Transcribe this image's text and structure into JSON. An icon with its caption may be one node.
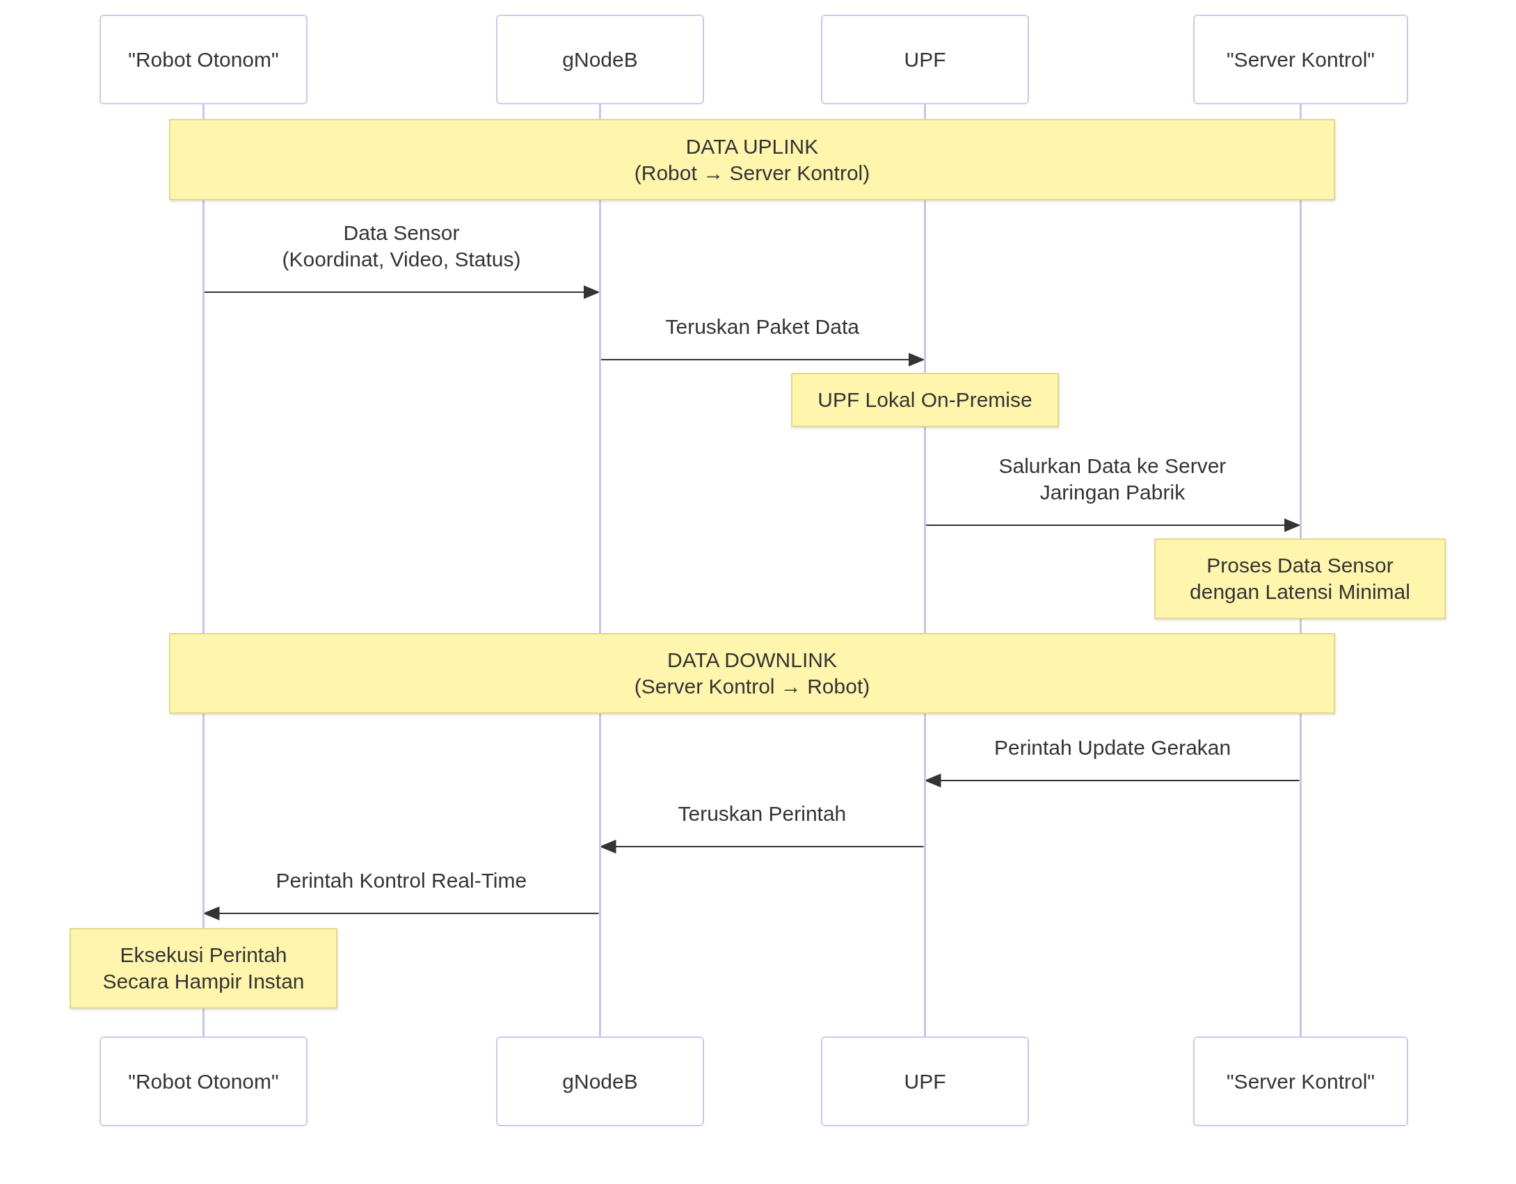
{
  "diagram": {
    "nodes": [
      {
        "text": [
          "\"Robot Otonom\""
        ]
      },
      {
        "text": [
          "gNodeB"
        ]
      },
      {
        "text": [
          "UPF"
        ]
      },
      {
        "text": [
          "\"Server Kontrol\""
        ]
      },
      {
        "text": [
          "\"Robot Otonom\""
        ]
      },
      {
        "text": [
          "gNodeB"
        ]
      },
      {
        "text": [
          "UPF"
        ]
      },
      {
        "text": [
          "\"Server Kontrol\""
        ]
      },
      {
        "text": [
          "DATA UPLINK",
          "(Robot → Server Kontrol)"
        ]
      },
      {
        "text": [
          "UPF Lokal On-Premise"
        ]
      },
      {
        "text": [
          "Proses Data Sensor dengan Latensi Minimal"
        ]
      },
      {
        "text": [
          "DATA DOWNLINK",
          "(Server Kontrol → Robot)"
        ]
      },
      {
        "text": [
          "Eksekusi Perintah Secara Hampir Instan"
        ]
      },
      {
        "text": [],
        "shape": "bar"
      },
      {
        "text": [],
        "shape": "bar"
      },
      {
        "text": [],
        "shape": "bar"
      },
      {
        "text": [],
        "shape": "bar"
      },
      {
        "text": [],
        "shape": "bar"
      },
      {
        "text": [],
        "shape": "bar"
      },
      {
        "text": [],
        "shape": "bar"
      }
    ],
    "edges": [
      {
        "from": 13,
        "to": 14,
        "arrow": "to",
        "label": "Data Sensor (Koordinat, Video, Status)"
      },
      {
        "from": 14,
        "to": 15,
        "arrow": "to",
        "label": "Teruskan Paket Data"
      },
      {
        "from": 17,
        "to": 16,
        "arrow": "to",
        "label": "Salurkan Data ke Server Jaringan Pabrik"
      },
      {
        "from": 18,
        "to": 17,
        "arrow": "to",
        "label": "Perintah Update Gerakan"
      },
      {
        "from": 17,
        "to": 14,
        "arrow": "to",
        "label": "Teruskan Perintah"
      },
      {
        "from": 14,
        "to": 13,
        "arrow": "to",
        "label": "Perintah Kontrol Real-Time"
      }
    ]
  }
}
